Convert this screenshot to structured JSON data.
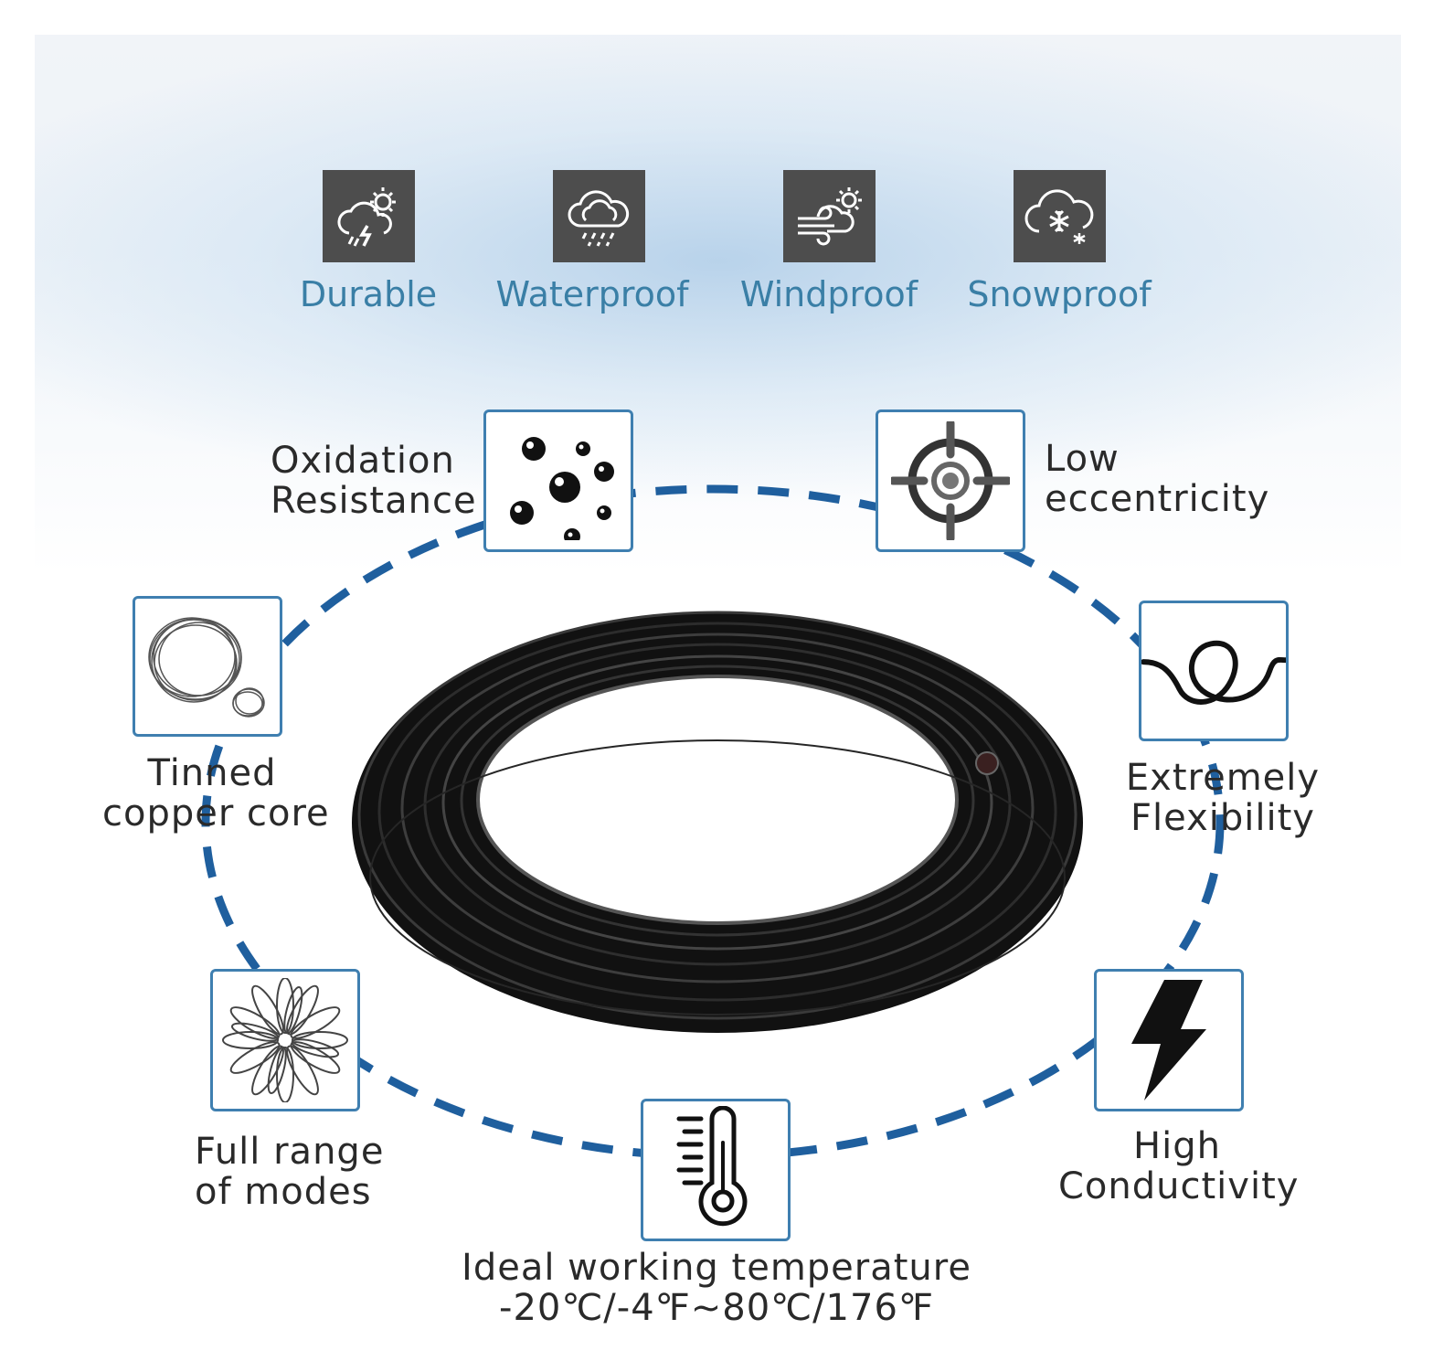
{
  "weather": [
    {
      "label": "Durable",
      "icon": "storm-sun-icon"
    },
    {
      "label": "Waterproof",
      "icon": "rain-cloud-icon"
    },
    {
      "label": "Windproof",
      "icon": "wind-cloud-icon"
    },
    {
      "label": "Snowproof",
      "icon": "snow-cloud-icon"
    }
  ],
  "features": {
    "oxidation": {
      "line1": "Oxidation",
      "line2": "Resistance",
      "icon": "bubbles-icon"
    },
    "eccentricity": {
      "line1": "Low",
      "line2": "eccentricity",
      "icon": "target-icon"
    },
    "tinned": {
      "line1": "Tinned",
      "line2": "copper core",
      "icon": "wire-coil-icon"
    },
    "flexibility": {
      "line1": "Extremely",
      "line2": "Flexibility",
      "icon": "knot-icon"
    },
    "modes": {
      "line1": "Full range",
      "line2": "of modes",
      "icon": "strands-icon"
    },
    "conductivity": {
      "line1": "High",
      "line2": "Conductivity",
      "icon": "lightning-icon"
    },
    "temperature": {
      "line1": "Ideal working temperature",
      "line2": "-20℃/-4℉~80℃/176℉",
      "icon": "thermometer-icon"
    }
  },
  "colors": {
    "accent": "#1f5f9e",
    "icon_bg": "#4d4d4d",
    "label_blue": "#3a7fa6",
    "box_border": "#3f7fb0"
  }
}
